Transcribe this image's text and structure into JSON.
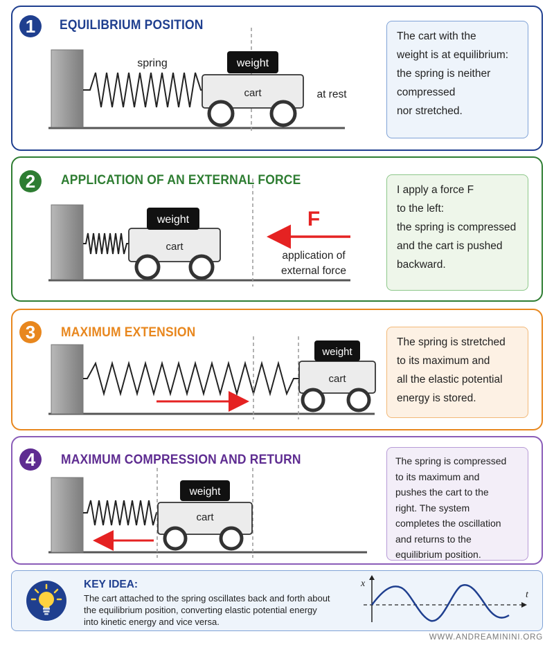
{
  "panels": [
    {
      "number": "1",
      "title": "EQUILIBRIUM POSITION",
      "color": "#1f3f8f",
      "bg": "#eef4fb",
      "labels": {
        "spring": "spring",
        "weight": "weight",
        "cart": "cart",
        "note": "at rest"
      },
      "description": [
        "The cart with the",
        "weight is at equilibrium:",
        "the spring is neither",
        "compressed",
        "nor stretched."
      ]
    },
    {
      "number": "2",
      "title": "APPLICATION OF AN EXTERNAL FORCE",
      "color": "#2e7d32",
      "bg": "#eef6ea",
      "labels": {
        "weight": "weight",
        "cart": "cart",
        "force": "F",
        "note_line1": "application of",
        "note_line2": "external force"
      },
      "description": [
        "I apply a force F",
        "to the left:",
        "the spring is compressed",
        "and the cart is pushed",
        "backward."
      ]
    },
    {
      "number": "3",
      "title": "MAXIMUM EXTENSION",
      "color": "#e8871e",
      "bg": "#fdf1e4",
      "labels": {
        "weight": "weight",
        "cart": "cart"
      },
      "description": [
        "The spring is stretched",
        "to its maximum and",
        "all the elastic potential",
        "energy is stored."
      ]
    },
    {
      "number": "4",
      "title": "MAXIMUM COMPRESSION AND RETURN",
      "color": "#5e2c91",
      "bg": "#f3eef8",
      "labels": {
        "weight": "weight",
        "cart": "cart"
      },
      "description": [
        "The spring is compressed",
        "to its maximum and",
        "pushes the cart to the",
        "right. The system",
        "completes the oscillation",
        "and returns to the",
        "equilibrium position."
      ]
    }
  ],
  "key_idea": {
    "title": "KEY IDEA:",
    "text": "The cart attached to the spring oscillates back and forth about the equilibrium position, converting elastic potential energy into kinetic energy and vice versa.",
    "graph_x_label": "x",
    "graph_t_label": "t",
    "icon": "lightbulb-icon"
  },
  "footer": "WWW.ANDREAMININI.ORG",
  "colors": {
    "accent_red": "#e52222",
    "wall": "#999999",
    "cart": "#ececec"
  }
}
